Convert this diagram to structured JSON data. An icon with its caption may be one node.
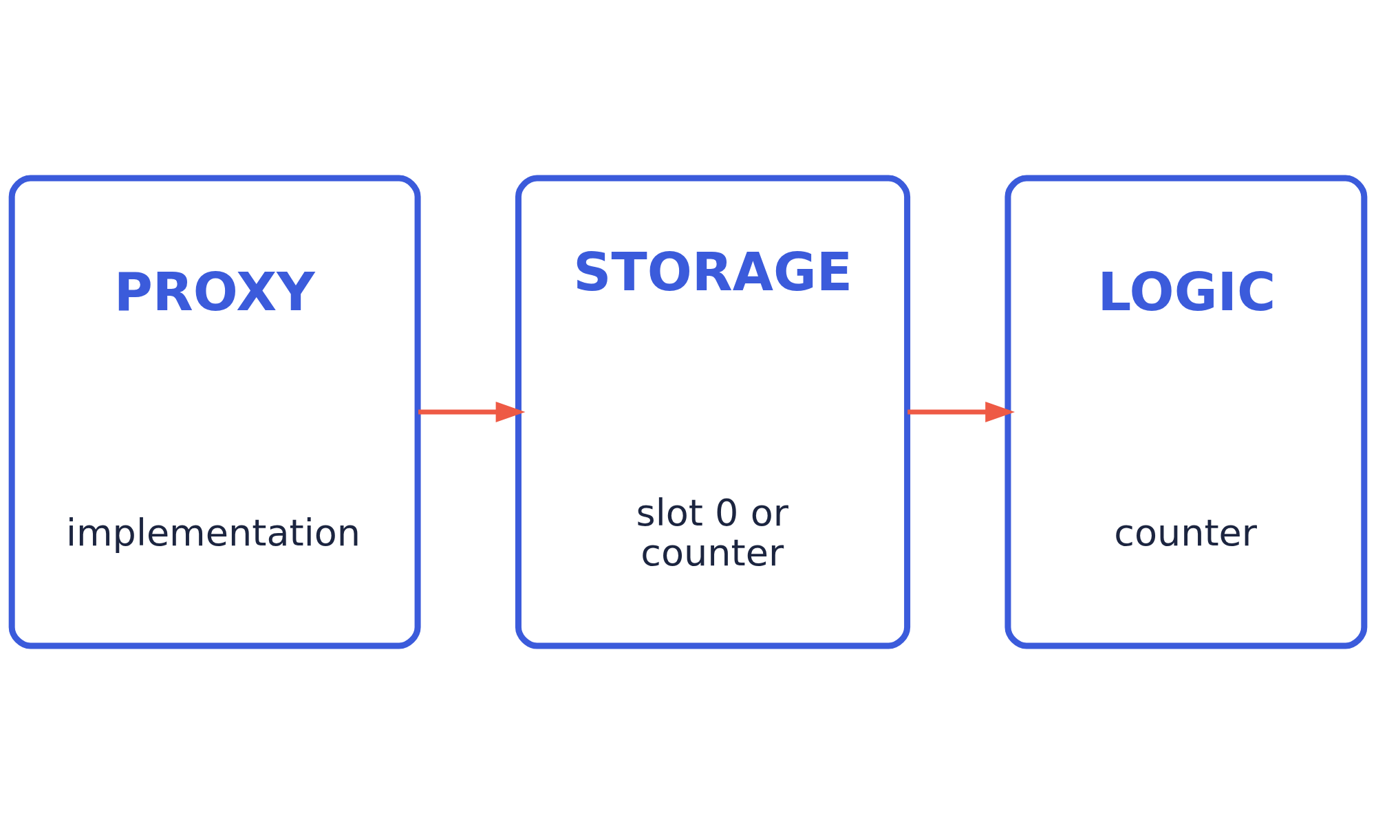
{
  "diagram": {
    "nodes": [
      {
        "text": [
          "PROXY",
          "implementation"
        ]
      },
      {
        "text": [
          "STORAGE",
          "slot 0 or counter"
        ]
      },
      {
        "text": [
          "LOGIC",
          "counter"
        ]
      }
    ],
    "edges": [
      {
        "from": 0,
        "to": 1,
        "arrow": "to"
      },
      {
        "from": 1,
        "to": 2,
        "arrow": "to"
      }
    ]
  }
}
